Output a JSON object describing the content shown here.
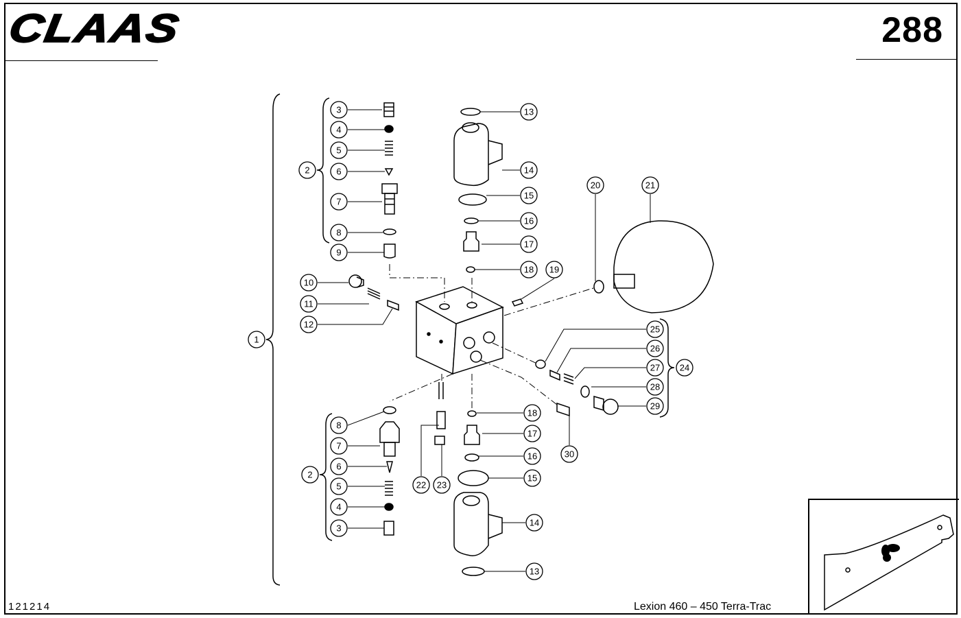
{
  "header": {
    "brand": "CLAAS",
    "page_number": "288"
  },
  "footer": {
    "drawing_number": "121214",
    "model": "Lexion 460 – 450 Terra-Trac"
  },
  "callouts": [
    "3",
    "4",
    "5",
    "6",
    "7",
    "8",
    "9",
    "2",
    "13",
    "14",
    "15",
    "16",
    "17",
    "18",
    "19",
    "20",
    "21",
    "10",
    "11",
    "12",
    "1",
    "25",
    "26",
    "27",
    "28",
    "29",
    "24",
    "30",
    "8",
    "7",
    "6",
    "5",
    "4",
    "3",
    "2",
    "18",
    "17",
    "16",
    "15",
    "14",
    "13",
    "22",
    "23"
  ]
}
